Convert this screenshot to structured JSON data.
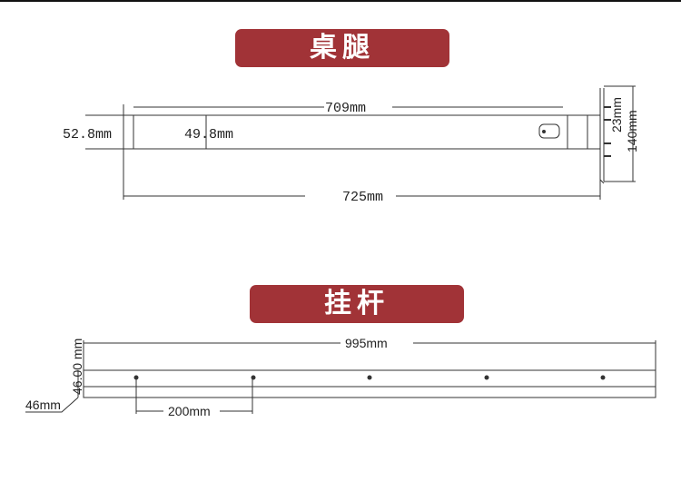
{
  "sections": {
    "desk_leg": {
      "title": "桌腿",
      "dims": {
        "inner_length": "709mm",
        "total_length": "725mm",
        "outer_height": "52.8mm",
        "inner_height": "49.8mm",
        "plate_small": "23mm",
        "plate_height": "140mm"
      }
    },
    "hanging_rod": {
      "title": "挂杆",
      "dims": {
        "length": "995mm",
        "hole_spacing": "200mm",
        "height": "46mm",
        "height_small": "46.00 mm"
      }
    }
  },
  "colors": {
    "banner": "#a13337",
    "line": "#333333"
  }
}
